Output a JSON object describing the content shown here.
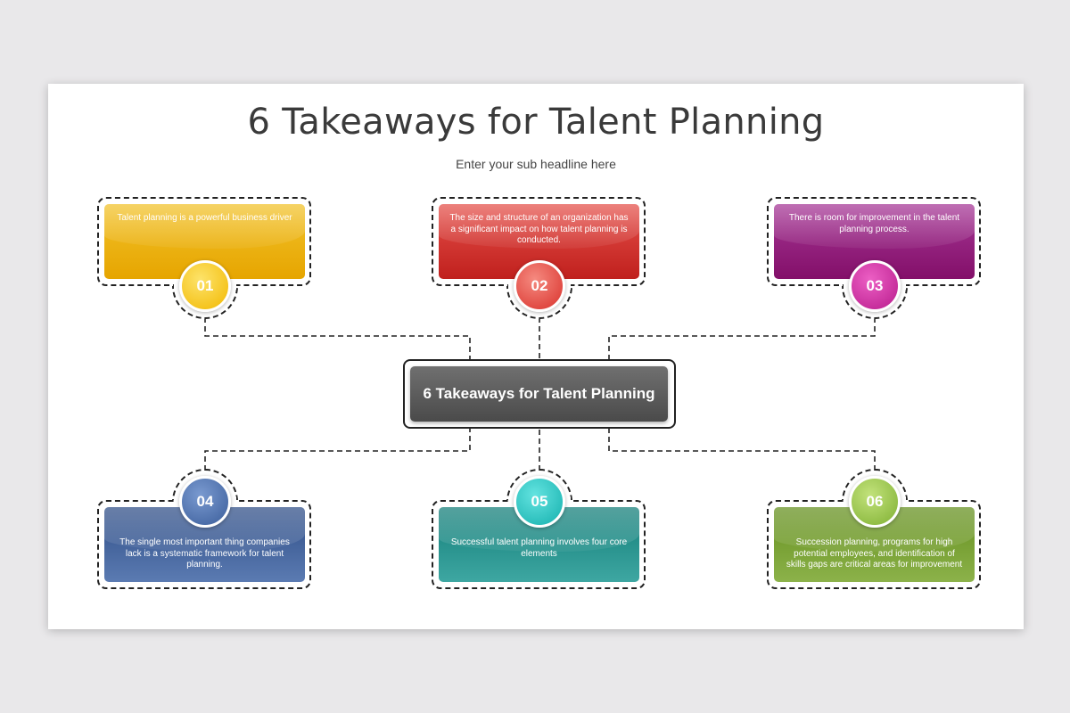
{
  "title": "6 Takeaways for Talent Planning",
  "subtitle": "Enter your sub headline here",
  "center": {
    "label": "6 Takeaways for Talent Planning"
  },
  "items": [
    {
      "number": "01",
      "text": "Talent planning is a powerful business driver",
      "color": "#f0b400",
      "light": "#f9d04a"
    },
    {
      "number": "02",
      "text": "The size and structure of an organization has a significant impact on how talent planning is conducted.",
      "color": "#cf2c27",
      "light": "#ee6a63"
    },
    {
      "number": "03",
      "text": "There is room for improvement in the talent planning process.",
      "color": "#8e1c76",
      "light": "#d3359f"
    },
    {
      "number": "04",
      "text": "The single most important thing companies lack is a systematic framework for talent planning.",
      "color": "#33558f",
      "light": "#5d82c0"
    },
    {
      "number": "05",
      "text": "Successful talent planning involves four core elements",
      "color": "#1e8a86",
      "light": "#2ec9c6"
    },
    {
      "number": "06",
      "text": "Succession planning, programs for high potential employees, and identification of skills gaps are critical areas for improvement",
      "color": "#6d9a28",
      "light": "#9ccb4a"
    }
  ]
}
